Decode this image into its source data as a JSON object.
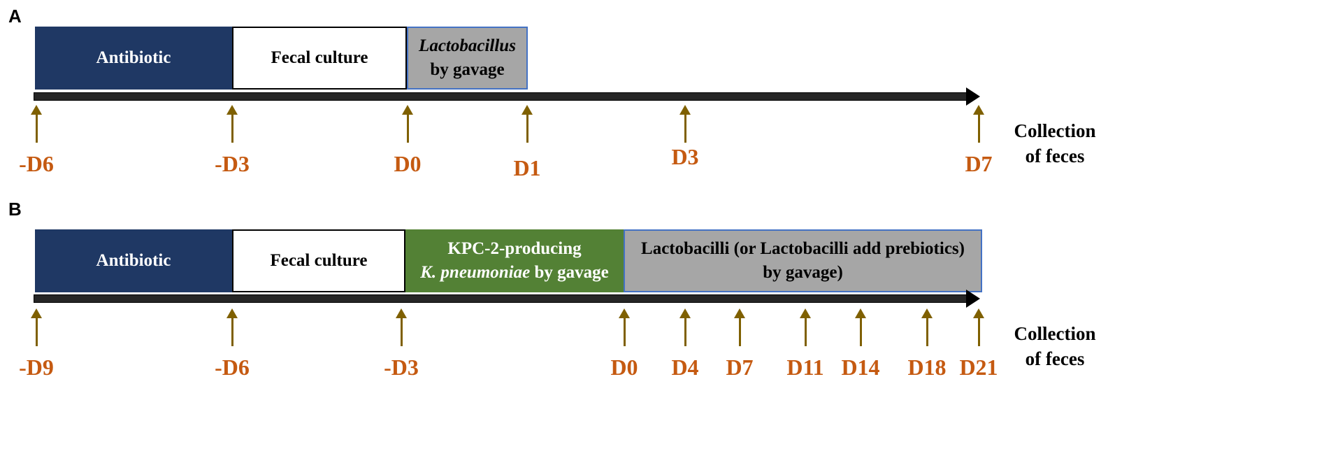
{
  "panels": [
    {
      "label": "A",
      "stages": [
        {
          "lines": [
            "Antibiotic"
          ]
        },
        {
          "lines": [
            "Fecal culture"
          ]
        },
        {
          "lines_italic": "Lactobacillus",
          "lines_rest": "by gavage"
        }
      ],
      "ticks": [
        "-D6",
        "-D3",
        "D0",
        "D1",
        "D3",
        "D7"
      ],
      "collection": [
        "Collection",
        "of feces"
      ]
    },
    {
      "label": "B",
      "stages": [
        {
          "lines": [
            "Antibiotic"
          ]
        },
        {
          "lines": [
            "Fecal culture"
          ]
        },
        {
          "line1": "KPC-2-producing",
          "italic": "K. pneumoniae",
          "rest": " by gavage"
        },
        {
          "lines": [
            "Lactobacilli (or Lactobacilli add prebiotics)",
            "by gavage)"
          ]
        }
      ],
      "ticks": [
        "-D9",
        "-D6",
        "-D3",
        "D0",
        "D4",
        "D7",
        "D11",
        "D14",
        "D18",
        "D21"
      ],
      "collection": [
        "Collection",
        "of feces"
      ]
    }
  ],
  "colors": {
    "antibiotic": "#1f3864",
    "kpc": "#538135",
    "gavage": "#a6a6a6",
    "arrow": "#7f6000",
    "day_label": "#c55a11"
  }
}
